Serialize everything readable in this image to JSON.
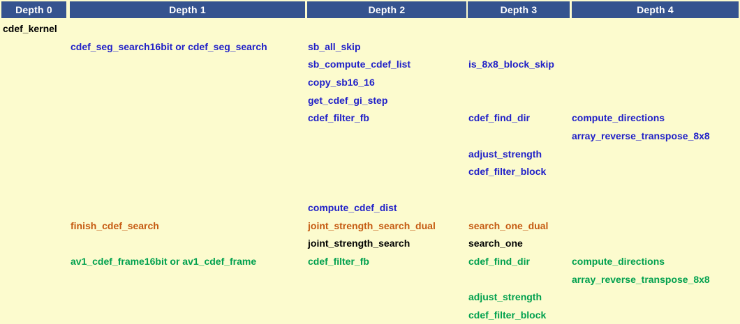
{
  "table": {
    "header": {
      "columns": [
        {
          "label": "Depth 0",
          "key": "depth0"
        },
        {
          "label": "Depth 1",
          "key": "depth1"
        },
        {
          "label": "Depth 2",
          "key": "depth2"
        },
        {
          "label": "Depth 3",
          "key": "depth3"
        },
        {
          "label": "Depth 4",
          "key": "depth4"
        }
      ]
    },
    "colors": {
      "header_bg": "#35538f",
      "header_text": "#ffffff",
      "sheet_bg": "#fcfbce",
      "blue": "#2020c8",
      "orange": "#c55a11",
      "black": "#000000",
      "green": "#00a04e"
    },
    "rows": [
      {
        "depth0": "cdef_kernel",
        "depth0_color": "black",
        "depth1": "",
        "depth2": "",
        "depth3": "",
        "depth4": ""
      },
      {
        "depth0": "",
        "depth1": "cdef_seg_search16bit or cdef_seg_search",
        "depth1_color": "blue",
        "depth2": "sb_all_skip",
        "depth2_color": "blue",
        "depth3": "",
        "depth4": ""
      },
      {
        "depth0": "",
        "depth1": "",
        "depth2": "sb_compute_cdef_list",
        "depth2_color": "blue",
        "depth3": "is_8x8_block_skip",
        "depth3_color": "blue",
        "depth4": ""
      },
      {
        "depth0": "",
        "depth1": "",
        "depth2": "copy_sb16_16",
        "depth2_color": "blue",
        "depth3": "",
        "depth4": ""
      },
      {
        "depth0": "",
        "depth1": "",
        "depth2": "get_cdef_gi_step",
        "depth2_color": "blue",
        "depth3": "",
        "depth4": ""
      },
      {
        "depth0": "",
        "depth1": "",
        "depth2": "cdef_filter_fb",
        "depth2_color": "blue",
        "depth3": "cdef_find_dir",
        "depth3_color": "blue",
        "depth4": "compute_directions",
        "depth4_color": "blue"
      },
      {
        "depth0": "",
        "depth1": "",
        "depth2": "",
        "depth3": "",
        "depth4": "array_reverse_transpose_8x8",
        "depth4_color": "blue"
      },
      {
        "depth0": "",
        "depth1": "",
        "depth2": "",
        "depth3": "adjust_strength",
        "depth3_color": "blue",
        "depth4": ""
      },
      {
        "depth0": "",
        "depth1": "",
        "depth2": "",
        "depth3": "cdef_filter_block",
        "depth3_color": "blue",
        "depth4": ""
      },
      {
        "depth0": "",
        "depth1": "",
        "depth2": "",
        "depth3": "",
        "depth4": ""
      },
      {
        "depth0": "",
        "depth1": "",
        "depth2": "compute_cdef_dist",
        "depth2_color": "blue",
        "depth3": "",
        "depth4": ""
      },
      {
        "depth0": "",
        "depth1": "finish_cdef_search",
        "depth1_color": "orange",
        "depth2": "joint_strength_search_dual",
        "depth2_color": "orange",
        "depth3": "search_one_dual",
        "depth3_color": "orange",
        "depth4": ""
      },
      {
        "depth0": "",
        "depth1": "",
        "depth2": "joint_strength_search",
        "depth2_color": "black",
        "depth3": "search_one",
        "depth3_color": "black",
        "depth4": ""
      },
      {
        "depth0": "",
        "depth1": "av1_cdef_frame16bit or av1_cdef_frame",
        "depth1_color": "green",
        "depth2": "cdef_filter_fb",
        "depth2_color": "green",
        "depth3": "cdef_find_dir",
        "depth3_color": "green",
        "depth4": "compute_directions",
        "depth4_color": "green"
      },
      {
        "depth0": "",
        "depth1": "",
        "depth2": "",
        "depth3": "",
        "depth4": "array_reverse_transpose_8x8",
        "depth4_color": "green"
      },
      {
        "depth0": "",
        "depth1": "",
        "depth2": "",
        "depth3": "adjust_strength",
        "depth3_color": "green",
        "depth4": ""
      },
      {
        "depth0": "",
        "depth1": "",
        "depth2": "",
        "depth3": "cdef_filter_block",
        "depth3_color": "green",
        "depth4": ""
      }
    ]
  }
}
